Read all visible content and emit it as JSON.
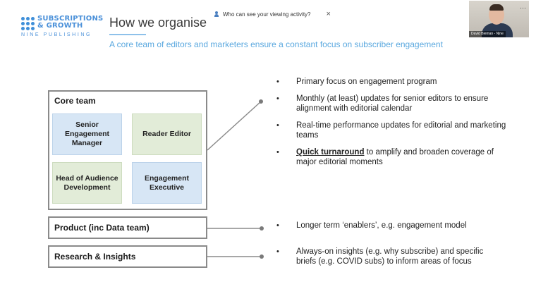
{
  "meeting": {
    "share_prompt": "Who can see your viewing activity?",
    "close_glyph": "×",
    "participant": {
      "name": "David Bieman - Nine",
      "menu_glyph": "···"
    }
  },
  "slide": {
    "logo": {
      "line1": "SUBSCRIPTIONS",
      "line2": "& GROWTH",
      "line3": "NINE PUBLISHING"
    },
    "title": "How we organise",
    "subtitle": "A core team of editors and marketers ensure a constant focus on subscriber engagement",
    "core_team": {
      "label": "Core team",
      "roles": [
        {
          "label": "Senior Engagement Manager",
          "color": "#d7e6f5"
        },
        {
          "label": "Reader Editor",
          "color": "#e2ecd8"
        },
        {
          "label": "Head of Audience Development",
          "color": "#e2ecd8"
        },
        {
          "label": "Engagement Executive",
          "color": "#d7e6f5"
        }
      ],
      "bullets": [
        "Primary focus on engagement program",
        "Monthly (at least) updates for senior editors to ensure alignment with editorial calendar",
        "Real-time performance updates for editorial and marketing teams"
      ],
      "bullet4": {
        "emphasis": "Quick turnaround",
        "rest": " to amplify and broaden coverage of major editorial moments"
      }
    },
    "product": {
      "label": "Product (inc Data team)",
      "bullet": "Longer term ‘enablers’, e.g. engagement model"
    },
    "research": {
      "label": "Research & Insights",
      "bullet": "Always-on insights (e.g. why subscribe) and specific briefs (e.g. COVID subs) to inform areas of focus"
    },
    "colors": {
      "accent": "#5aa8df",
      "logo": "#4a90d9",
      "border": "#8a8a8a",
      "role_blue": "#d7e6f5",
      "role_green": "#e2ecd8"
    }
  }
}
